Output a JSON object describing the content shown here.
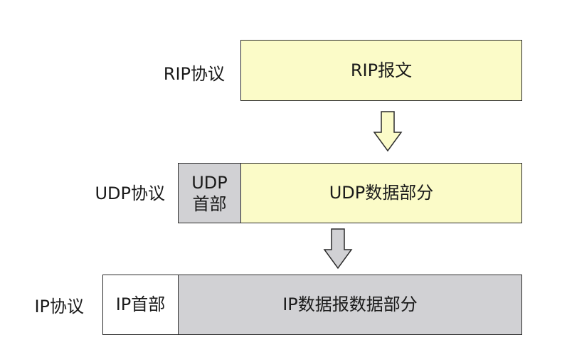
{
  "rip_layer": {
    "label": "RIP协议",
    "message": "RIP报文"
  },
  "udp_layer": {
    "label": "UDP协议",
    "header_line1": "UDP",
    "header_line2": "首部",
    "data": "UDP数据部分"
  },
  "ip_layer": {
    "label": "IP协议",
    "header": "IP首部",
    "data": "IP数据报数据部分"
  },
  "colors": {
    "yellow_fill": "#fbfbc8",
    "gray_fill": "#d1d1d4",
    "white_fill": "#ffffff",
    "outline": "#2b2b2b"
  }
}
